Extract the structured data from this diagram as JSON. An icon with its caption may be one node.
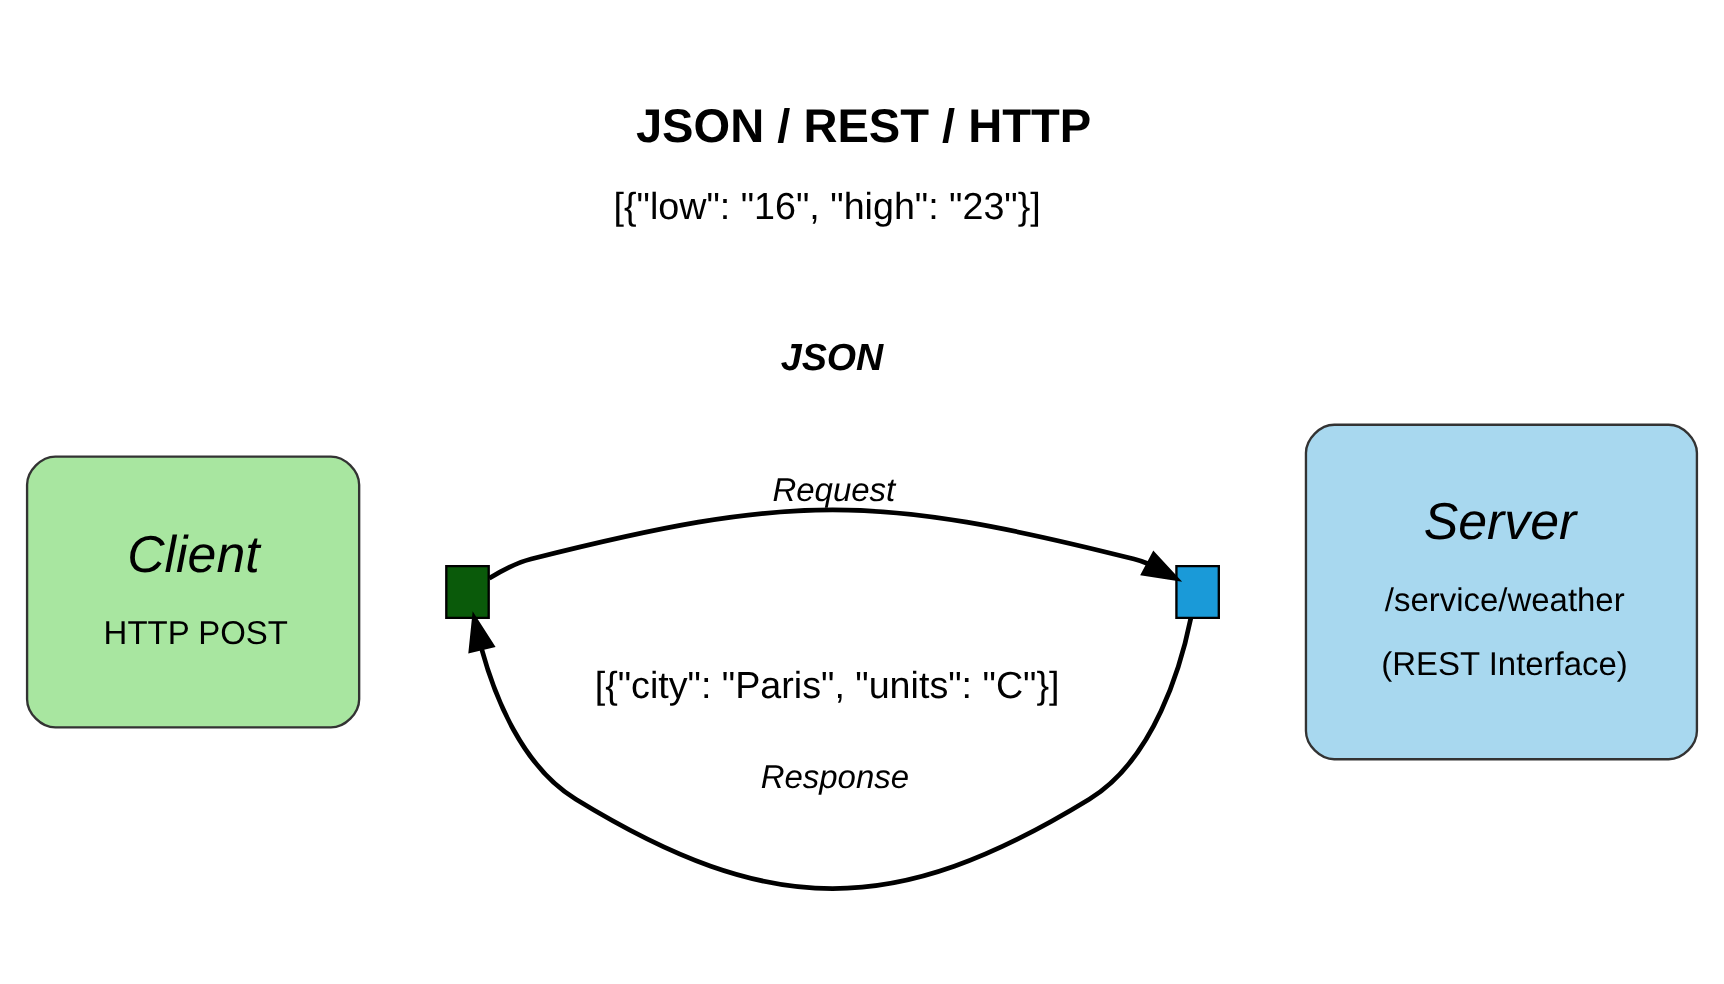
{
  "diagram": {
    "title": "JSON / REST / HTTP",
    "nodes": [
      {
        "text": [
          "Client",
          "HTTP POST"
        ]
      },
      {
        "text": [],
        "shape": "box"
      },
      {
        "text": [
          "Server",
          "/service/weather",
          "(REST Interface)"
        ]
      },
      {
        "text": [],
        "shape": "box"
      }
    ],
    "edges": [
      {
        "from": 1,
        "to": 3,
        "arrow": "to",
        "label": "Request"
      },
      {
        "from": 3,
        "to": 1,
        "arrow": "to",
        "label": "Response"
      }
    ],
    "labels": [
      "[{\"city\": \"Paris\", \"units\": \"C\"}]",
      "JSON",
      "[{\"low\": \"16\", \"high\": \"23\"}]"
    ]
  }
}
